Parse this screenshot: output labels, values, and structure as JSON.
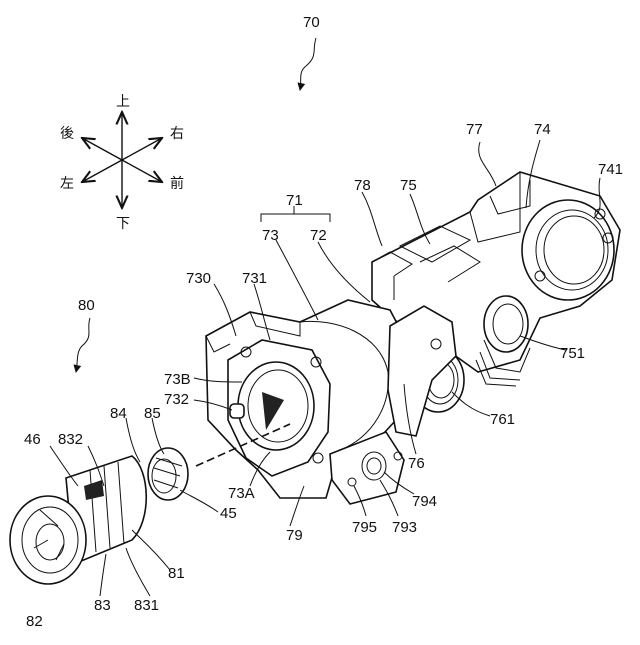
{
  "directions": {
    "up": "上",
    "down": "下",
    "back": "後",
    "right": "右",
    "left": "左",
    "front": "前"
  },
  "labels": {
    "assembly_70": "70",
    "group_71": "71",
    "body_73": "73",
    "body_72": "72",
    "part_77": "77",
    "part_74": "74",
    "part_741": "741",
    "part_78": "78",
    "part_75": "75",
    "part_730": "730",
    "part_731": "731",
    "part_73B": "73B",
    "part_732": "732",
    "part_73A": "73A",
    "part_79": "79",
    "part_751": "751",
    "part_761": "761",
    "part_76": "76",
    "part_794": "794",
    "part_795": "795",
    "part_793": "793",
    "assembly_80": "80",
    "part_46": "46",
    "part_832": "832",
    "part_84": "84",
    "part_85": "85",
    "part_45": "45",
    "part_81": "81",
    "part_82": "82",
    "part_83": "83",
    "part_831": "831"
  }
}
